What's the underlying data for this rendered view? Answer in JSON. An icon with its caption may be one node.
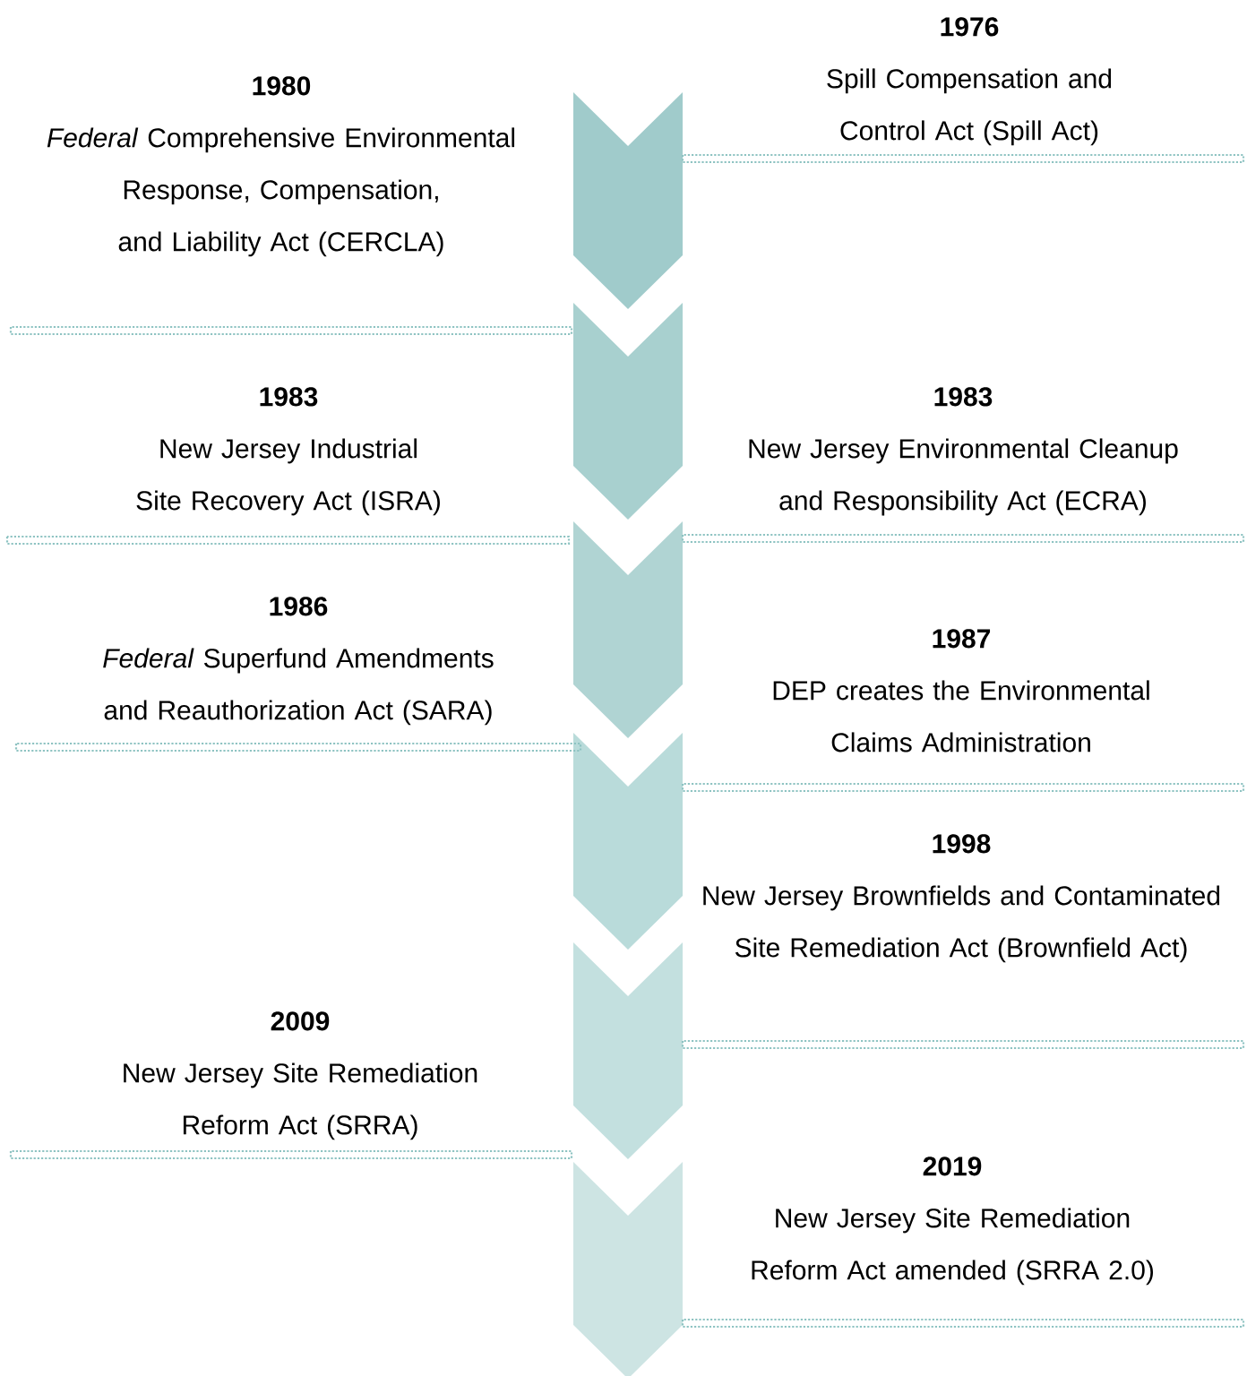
{
  "diagram": {
    "nodes": [
      {
        "text": [
          "1976",
          "Spill Compensation and Control Act (Spill Act)"
        ]
      },
      {
        "text": [
          "1980",
          "*Federal* Comprehensive Environmental Response, Compensation, and Liability Act (CERCLA)"
        ]
      },
      {
        "text": [
          "1983",
          "New Jersey Industrial Site Recovery Act (ISRA)"
        ]
      },
      {
        "text": [
          "1983",
          "New Jersey Environmental Cleanup and Responsibility Act (ECRA)"
        ]
      },
      {
        "text": [
          "1986",
          "*Federal* Superfund Amendments and Reauthorization Act (SARA)"
        ]
      },
      {
        "text": [
          "1987",
          "DEP creates the Environmental Claims Administration"
        ]
      },
      {
        "text": [
          "1998",
          "New Jersey Brownfields and Contaminated Site Remediation Act (Brownfield Act)"
        ]
      },
      {
        "text": [
          "2009",
          "New Jersey Site Remediation Reform Act (SRRA)"
        ]
      },
      {
        "text": [
          "2019",
          "New Jersey Site Remediation Reform Act amended (SRRA 2.0)"
        ]
      }
    ]
  }
}
